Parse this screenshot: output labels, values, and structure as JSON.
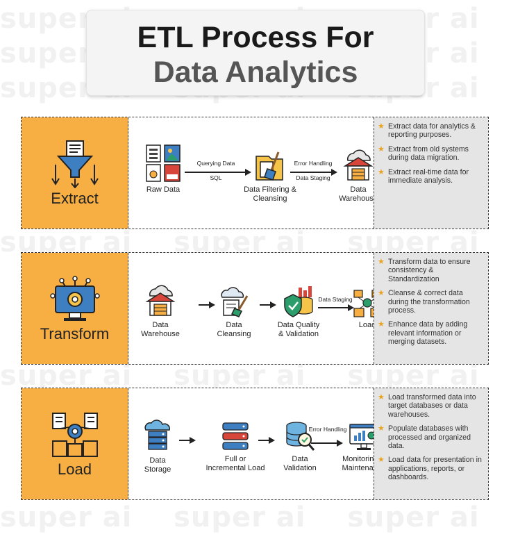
{
  "watermark": "super ai",
  "title": {
    "line1": "ETL Process For",
    "line2": "Data Analytics"
  },
  "sections": [
    {
      "stage": "Extract",
      "nodes": [
        "Raw Data",
        "Data Filtering &\nCleansing",
        "Data\nWarehouse"
      ],
      "arrow_labels": [
        "Querying Data",
        "SQL",
        "Error Handling",
        "Data Staging"
      ],
      "notes": [
        "Extract data for analytics & reporting purposes.",
        "Extract from old systems during data migration.",
        "Extract real-time data for immediate analysis."
      ]
    },
    {
      "stage": "Transform",
      "nodes": [
        "Data\nWarehouse",
        "Data\nCleansing",
        "Data Quality\n& Validation",
        "Load"
      ],
      "arrow_labels": [
        "Data Staging"
      ],
      "notes": [
        "Transform data to ensure consistency & Standardization",
        "Cleanse & correct data during the transformation process.",
        "Enhance data by adding relevant information or merging datasets."
      ]
    },
    {
      "stage": "Load",
      "nodes": [
        "Data\nStorage",
        "Full or\nIncremental Load",
        "Data\nValidation",
        "Monitoring &\nMaintenance"
      ],
      "arrow_labels": [
        "Error Handling"
      ],
      "notes": [
        "Load transformed data into target databases or data warehouses.",
        "Populate databases with processed and organized data.",
        "Load data for presentation in applications, reports, or dashboards."
      ]
    }
  ],
  "colors": {
    "stage_fill": "#f7ae42",
    "notes_fill": "#e5e5e5",
    "accent_blue": "#3d7fc1",
    "star": "#e8a322"
  },
  "icons": {
    "extract": "funnel-document-icon",
    "transform": "monitor-gear-icon",
    "load": "server-network-icon"
  }
}
